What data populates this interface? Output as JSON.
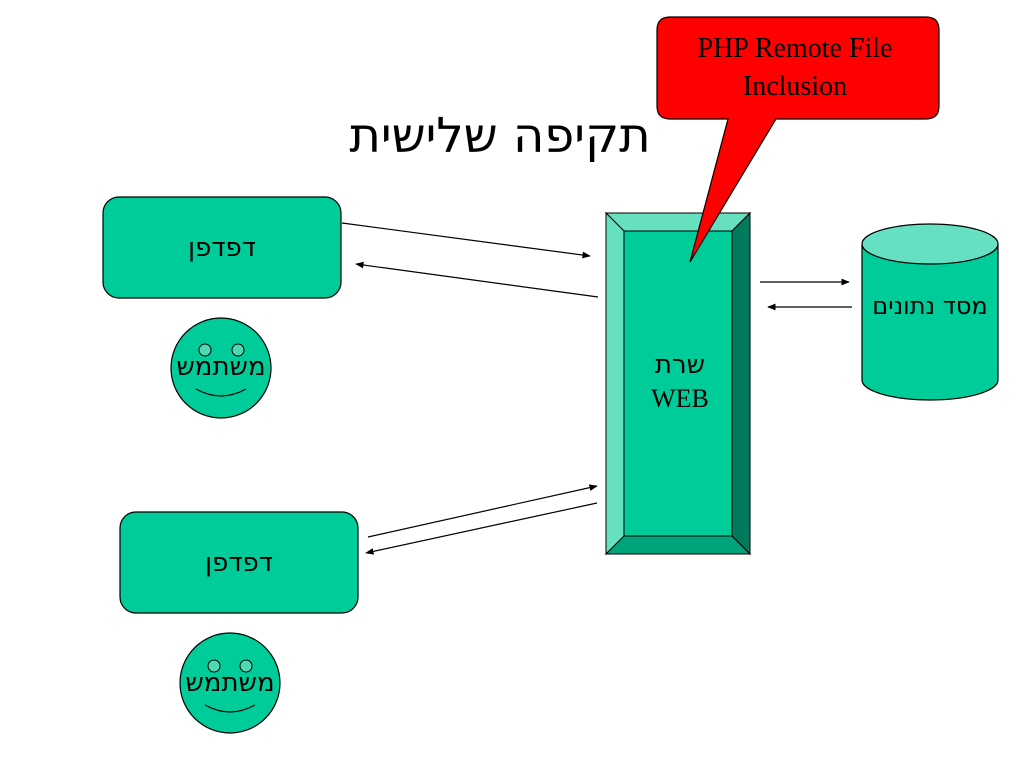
{
  "title": "תקיפה שלישית",
  "browser_top": {
    "label": "דפדפן"
  },
  "browser_bottom": {
    "label": "דפדפן"
  },
  "user_top": {
    "label": "משתמש"
  },
  "user_bottom": {
    "label": "משתמש"
  },
  "web_server": {
    "line1": "שרת",
    "line2": "WEB"
  },
  "database": {
    "label": "מסד נתונים"
  },
  "callout": {
    "line1": "PHP Remote File",
    "line2": "Inclusion"
  },
  "colors": {
    "node_fill": "#00CC99",
    "node_dark": "#007A5C",
    "node_light": "#66E0BF",
    "db_top": "#66E0C2",
    "callout_fill": "#FF0000",
    "stroke": "#000000"
  }
}
